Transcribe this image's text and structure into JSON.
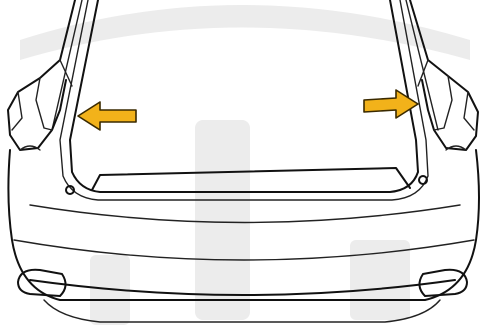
{
  "figure": {
    "subject": "car-rear-trunk-open",
    "arrow_color": "#f2b21a",
    "line_color": "#111111",
    "watermark_color": "#ececec"
  },
  "arrows": [
    {
      "side": "left",
      "direction": "left"
    },
    {
      "side": "right",
      "direction": "right"
    }
  ]
}
